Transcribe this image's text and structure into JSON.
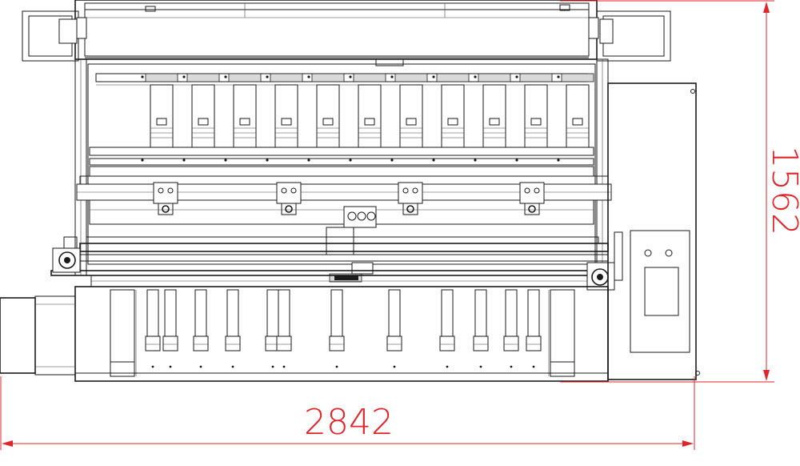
{
  "dimensions": {
    "width_label": "2842",
    "height_label": "1562"
  },
  "colors": {
    "line": "#1a1a1a",
    "dimension": "#e0262b",
    "background": "#ffffff"
  },
  "drawing": {
    "upper_cassettes": 11,
    "lower_holders": 12
  }
}
